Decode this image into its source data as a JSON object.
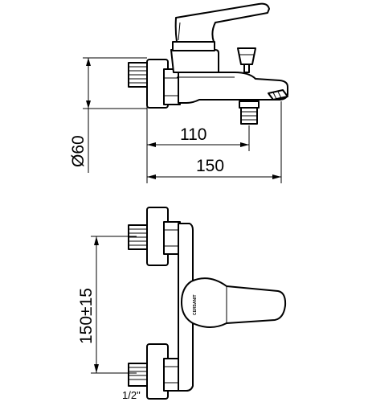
{
  "dimensions": {
    "diameter": "Ø60",
    "depth_outlet": "110",
    "depth_total": "150",
    "center_distance": "150±15",
    "thread_size": "1/2\""
  },
  "brand_mark": "CERSANIT"
}
